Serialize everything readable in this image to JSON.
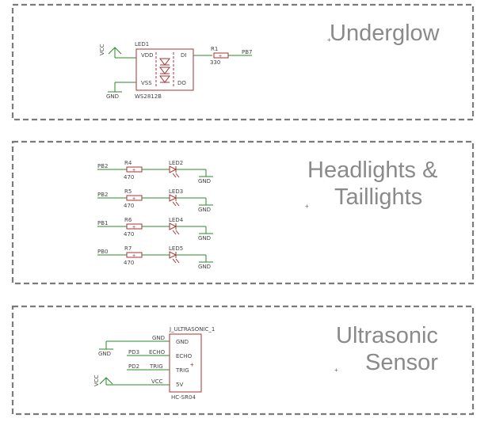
{
  "sections": [
    {
      "title_lines": [
        "Underglow"
      ],
      "led": {
        "name": "LED1",
        "part": "WS2812B",
        "pins": [
          "VDD",
          "VSS",
          "DI",
          "DO"
        ]
      },
      "resistor": {
        "name": "R1",
        "value": "330"
      },
      "vcc": "VCC",
      "gnd": "GND",
      "net": "PB7"
    },
    {
      "title_lines": [
        "Headlights &",
        "Taillights"
      ],
      "rows": [
        {
          "net": "PB2",
          "resistor": "R4",
          "value": "470",
          "led": "LED2",
          "gnd": "GND"
        },
        {
          "net": "PB2",
          "resistor": "R5",
          "value": "470",
          "led": "LED3",
          "gnd": "GND"
        },
        {
          "net": "PB1",
          "resistor": "R6",
          "value": "470",
          "led": "LED4",
          "gnd": "GND"
        },
        {
          "net": "PB0",
          "resistor": "R7",
          "value": "470",
          "led": "LED5",
          "gnd": "GND"
        }
      ]
    },
    {
      "title_lines": [
        "Ultrasonic",
        "Sensor"
      ],
      "connector": {
        "name": "J_ULTRASONIC_1",
        "part": "HC-SR04",
        "pins": [
          "GND",
          "ECHO",
          "TRIG",
          "5V"
        ]
      },
      "nets": {
        "gnd": "GND",
        "echo": "PD3",
        "echo_label": "ECHO",
        "trig": "PD2",
        "trig_label": "TRIG",
        "vcc": "VCC",
        "vcc_label": "VCC"
      }
    }
  ],
  "colors": {
    "frame": "#7a7a7a",
    "wire": "#2a8a2a",
    "part": "#a83232",
    "title": "#8a8a8a"
  }
}
